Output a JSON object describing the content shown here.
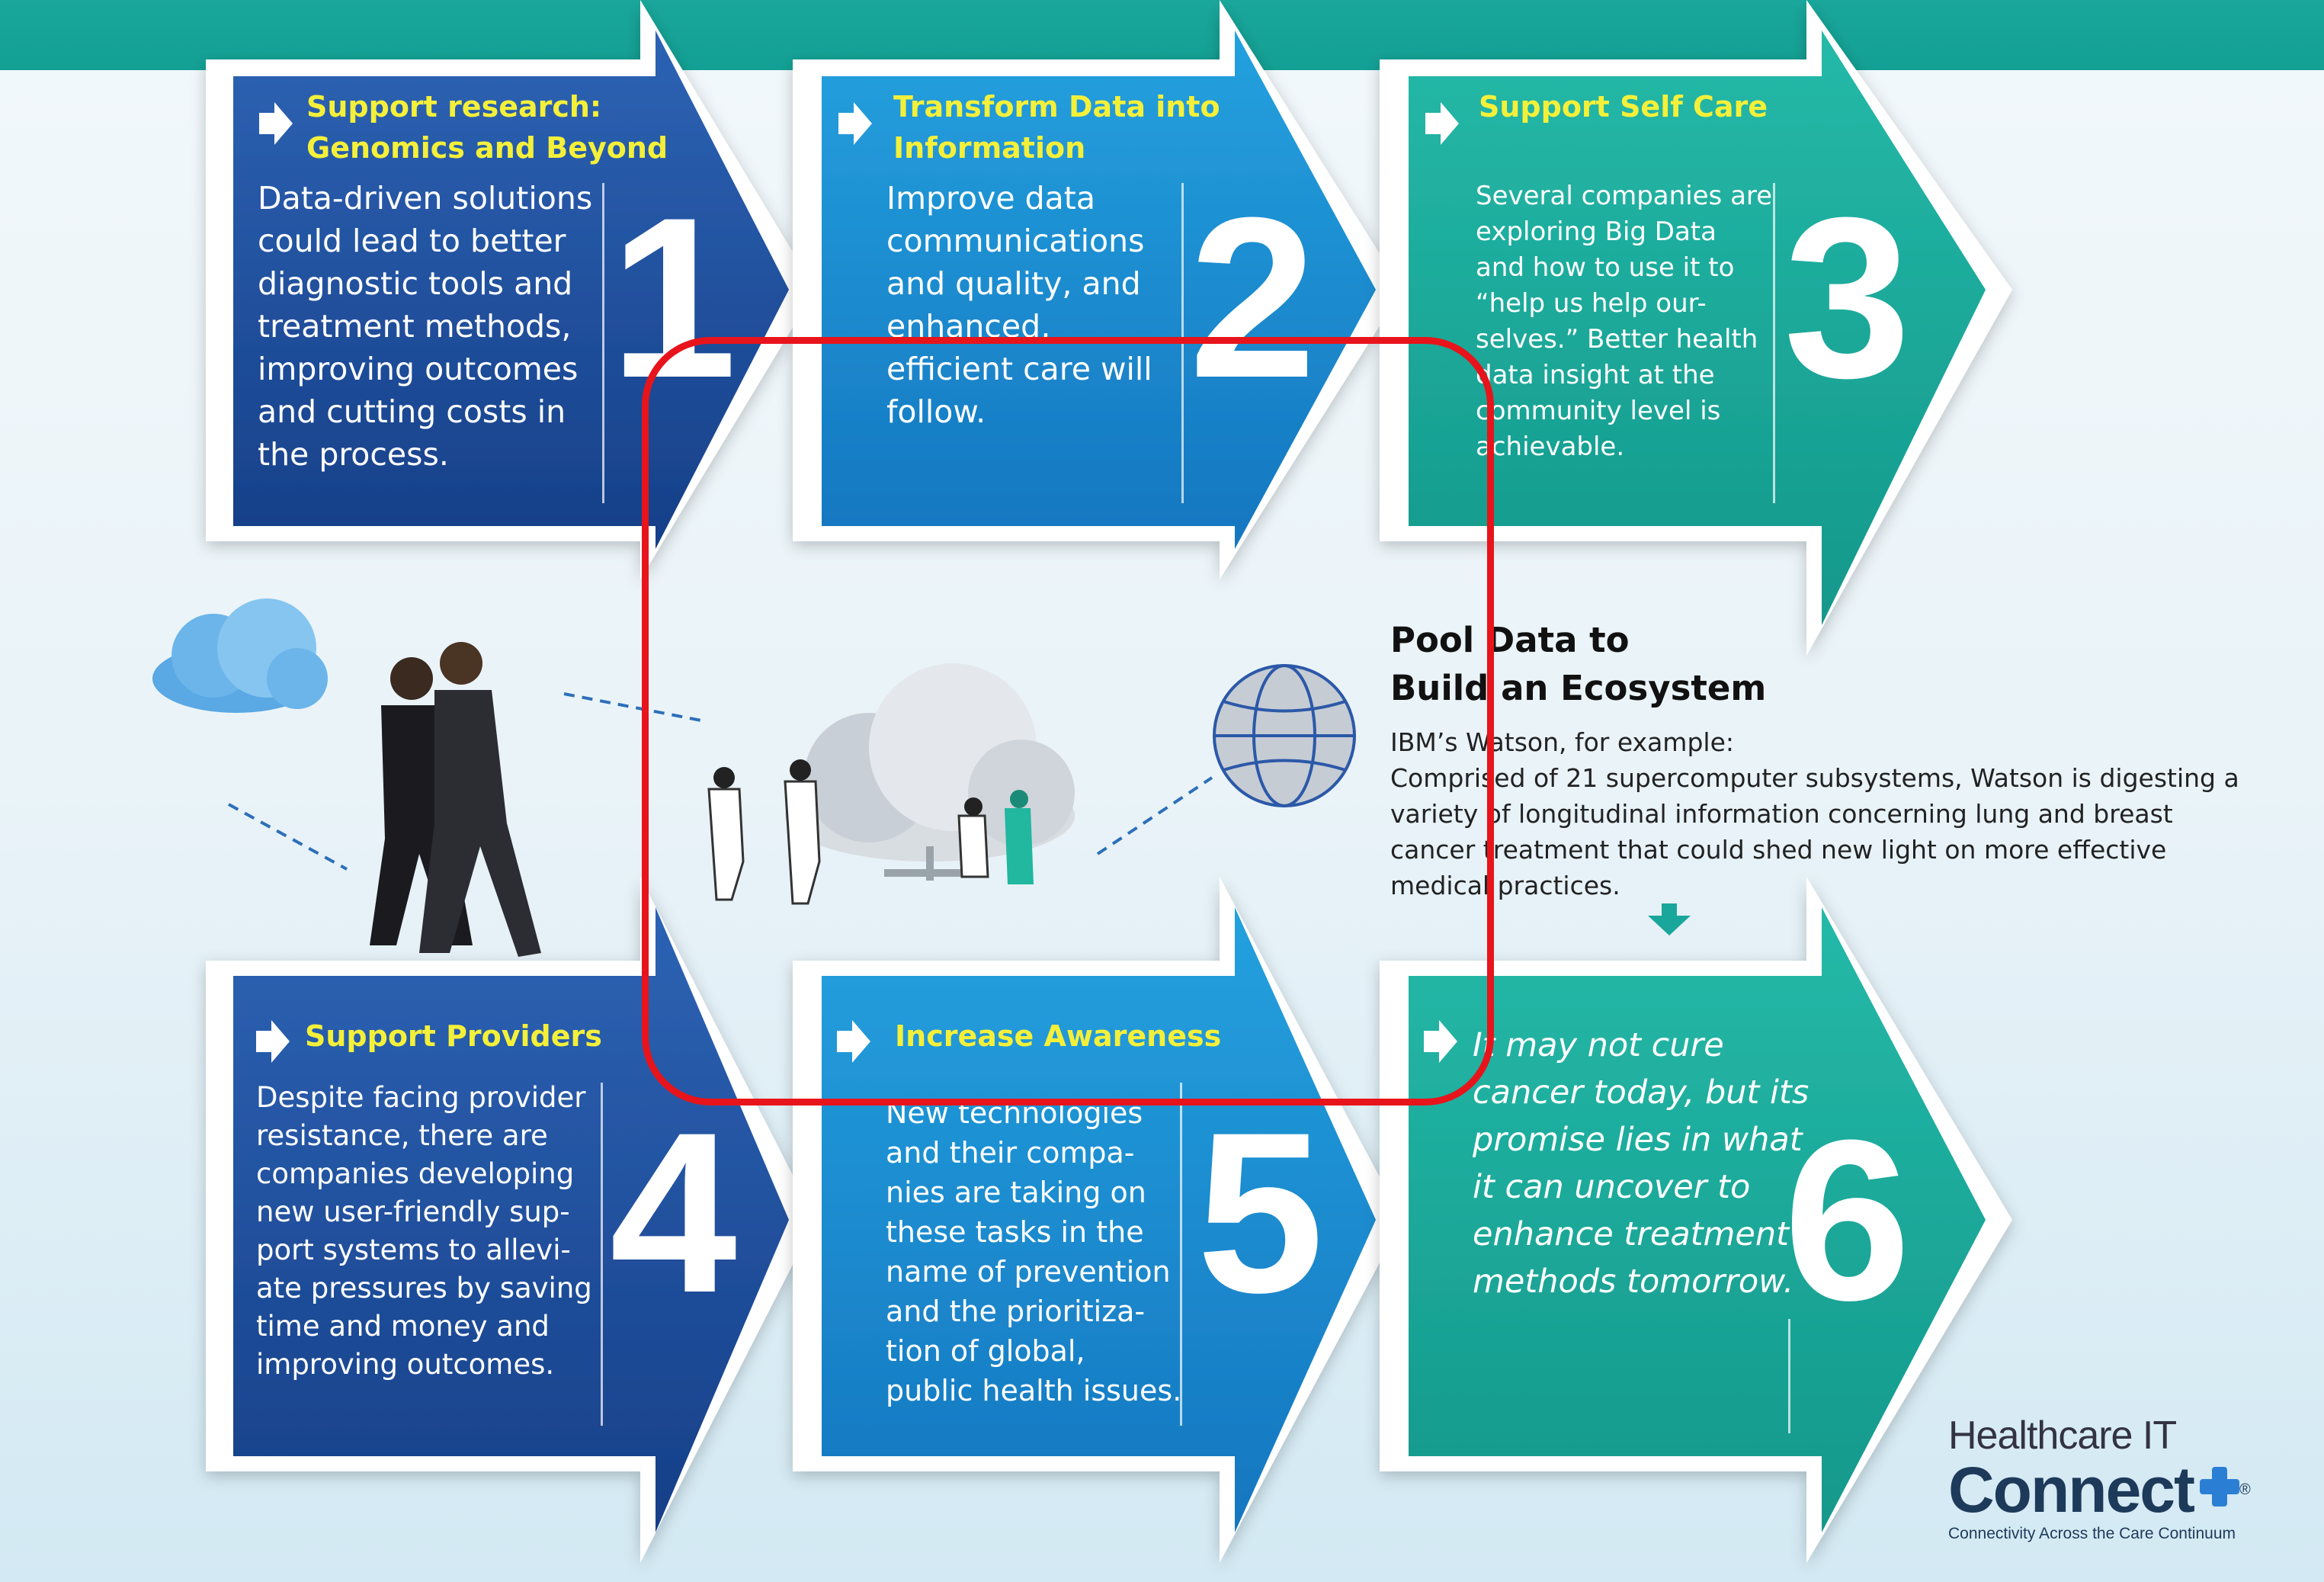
{
  "colors": {
    "dark_blue": "#1f4f9e",
    "mid_blue": "#1a8bd0",
    "teal": "#1aa79b",
    "title_yellow": "#f4f03a",
    "highlight_red": "#e8141b"
  },
  "panels": [
    {
      "number": "1",
      "title_lines": [
        "Support research:",
        "Genomics and Beyond"
      ],
      "body_lines": [
        "Data-driven solutions",
        "could lead to better",
        "diagnostic tools and",
        "treatment methods,",
        "improving outcomes",
        "and cutting costs in",
        "the process."
      ]
    },
    {
      "number": "2",
      "title_lines": [
        "Transform Data into",
        "Information"
      ],
      "body_lines": [
        "Improve data",
        "communications",
        "and quality, and",
        "enhanced,",
        "efficient care will",
        "follow."
      ]
    },
    {
      "number": "3",
      "title_lines": [
        "Support Self Care"
      ],
      "body_lines": [
        "Several companies are",
        "exploring Big Data",
        "and how to use it to",
        "“help us help our-",
        "selves.” Better health",
        "data insight at the",
        "community level is",
        "achievable."
      ]
    },
    {
      "number": "4",
      "title_lines": [
        "Support Providers"
      ],
      "body_lines": [
        "Despite facing provider",
        "resistance, there are",
        "companies developing",
        "new user-friendly sup-",
        "port systems  to allevi-",
        "ate pressures by saving",
        "time and money and",
        "improving outcomes."
      ]
    },
    {
      "number": "5",
      "title_lines": [
        "Increase Awareness"
      ],
      "body_lines": [
        "New technologies",
        "and their compa-",
        "nies are taking on",
        "these tasks in the",
        "name of prevention",
        "and the prioritiza-",
        "tion of global,",
        "public health issues."
      ]
    },
    {
      "number": "6",
      "title_lines": [],
      "body_lines": [
        "It may not cure",
        "cancer today, but its",
        "promise lies in what",
        "it can uncover to",
        "enhance treatment",
        "methods tomorrow."
      ]
    }
  ],
  "pool": {
    "title_lines": [
      "Pool Data to",
      "Build an Ecosystem"
    ],
    "body_lines": [
      "IBM’s Watson, for example:",
      "Comprised of 21 supercomputer subsystems, Watson is digesting a",
      "variety of longitudinal information concerning lung and breast",
      "cancer treatment that could shed new light on more effective",
      "medical practices."
    ]
  },
  "logo": {
    "line1": "Healthcare IT",
    "line2": "Connect",
    "tagline": "Connectivity Across the Care Continuum",
    "registered": "®"
  },
  "icons": [
    "cloud-icon",
    "server-cloud-icon",
    "globe-icon",
    "walking-businessmen-illustration",
    "medical-team-illustration",
    "right-arrow-icon",
    "down-arrow-icon"
  ]
}
